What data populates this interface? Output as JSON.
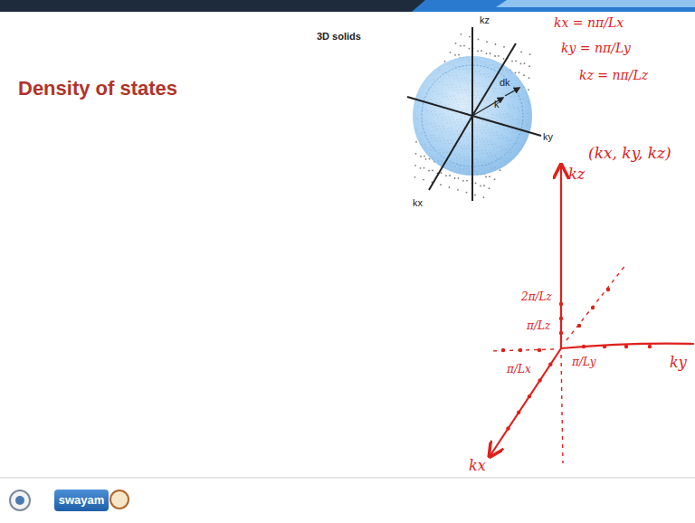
{
  "diagram": {
    "title": "Density of states",
    "labels": [
      "3D solids",
      "kz",
      "ky",
      "kx",
      "k",
      "dk",
      "kx = nπ/Lx",
      "ky = nπ/Ly",
      "kz = nπ/Lz",
      "(kx, ky, kz)",
      "kz",
      "ky",
      "kx",
      "2π/Lz",
      "π/Lz",
      "π/Lx",
      "π/Ly",
      "swayam"
    ]
  }
}
